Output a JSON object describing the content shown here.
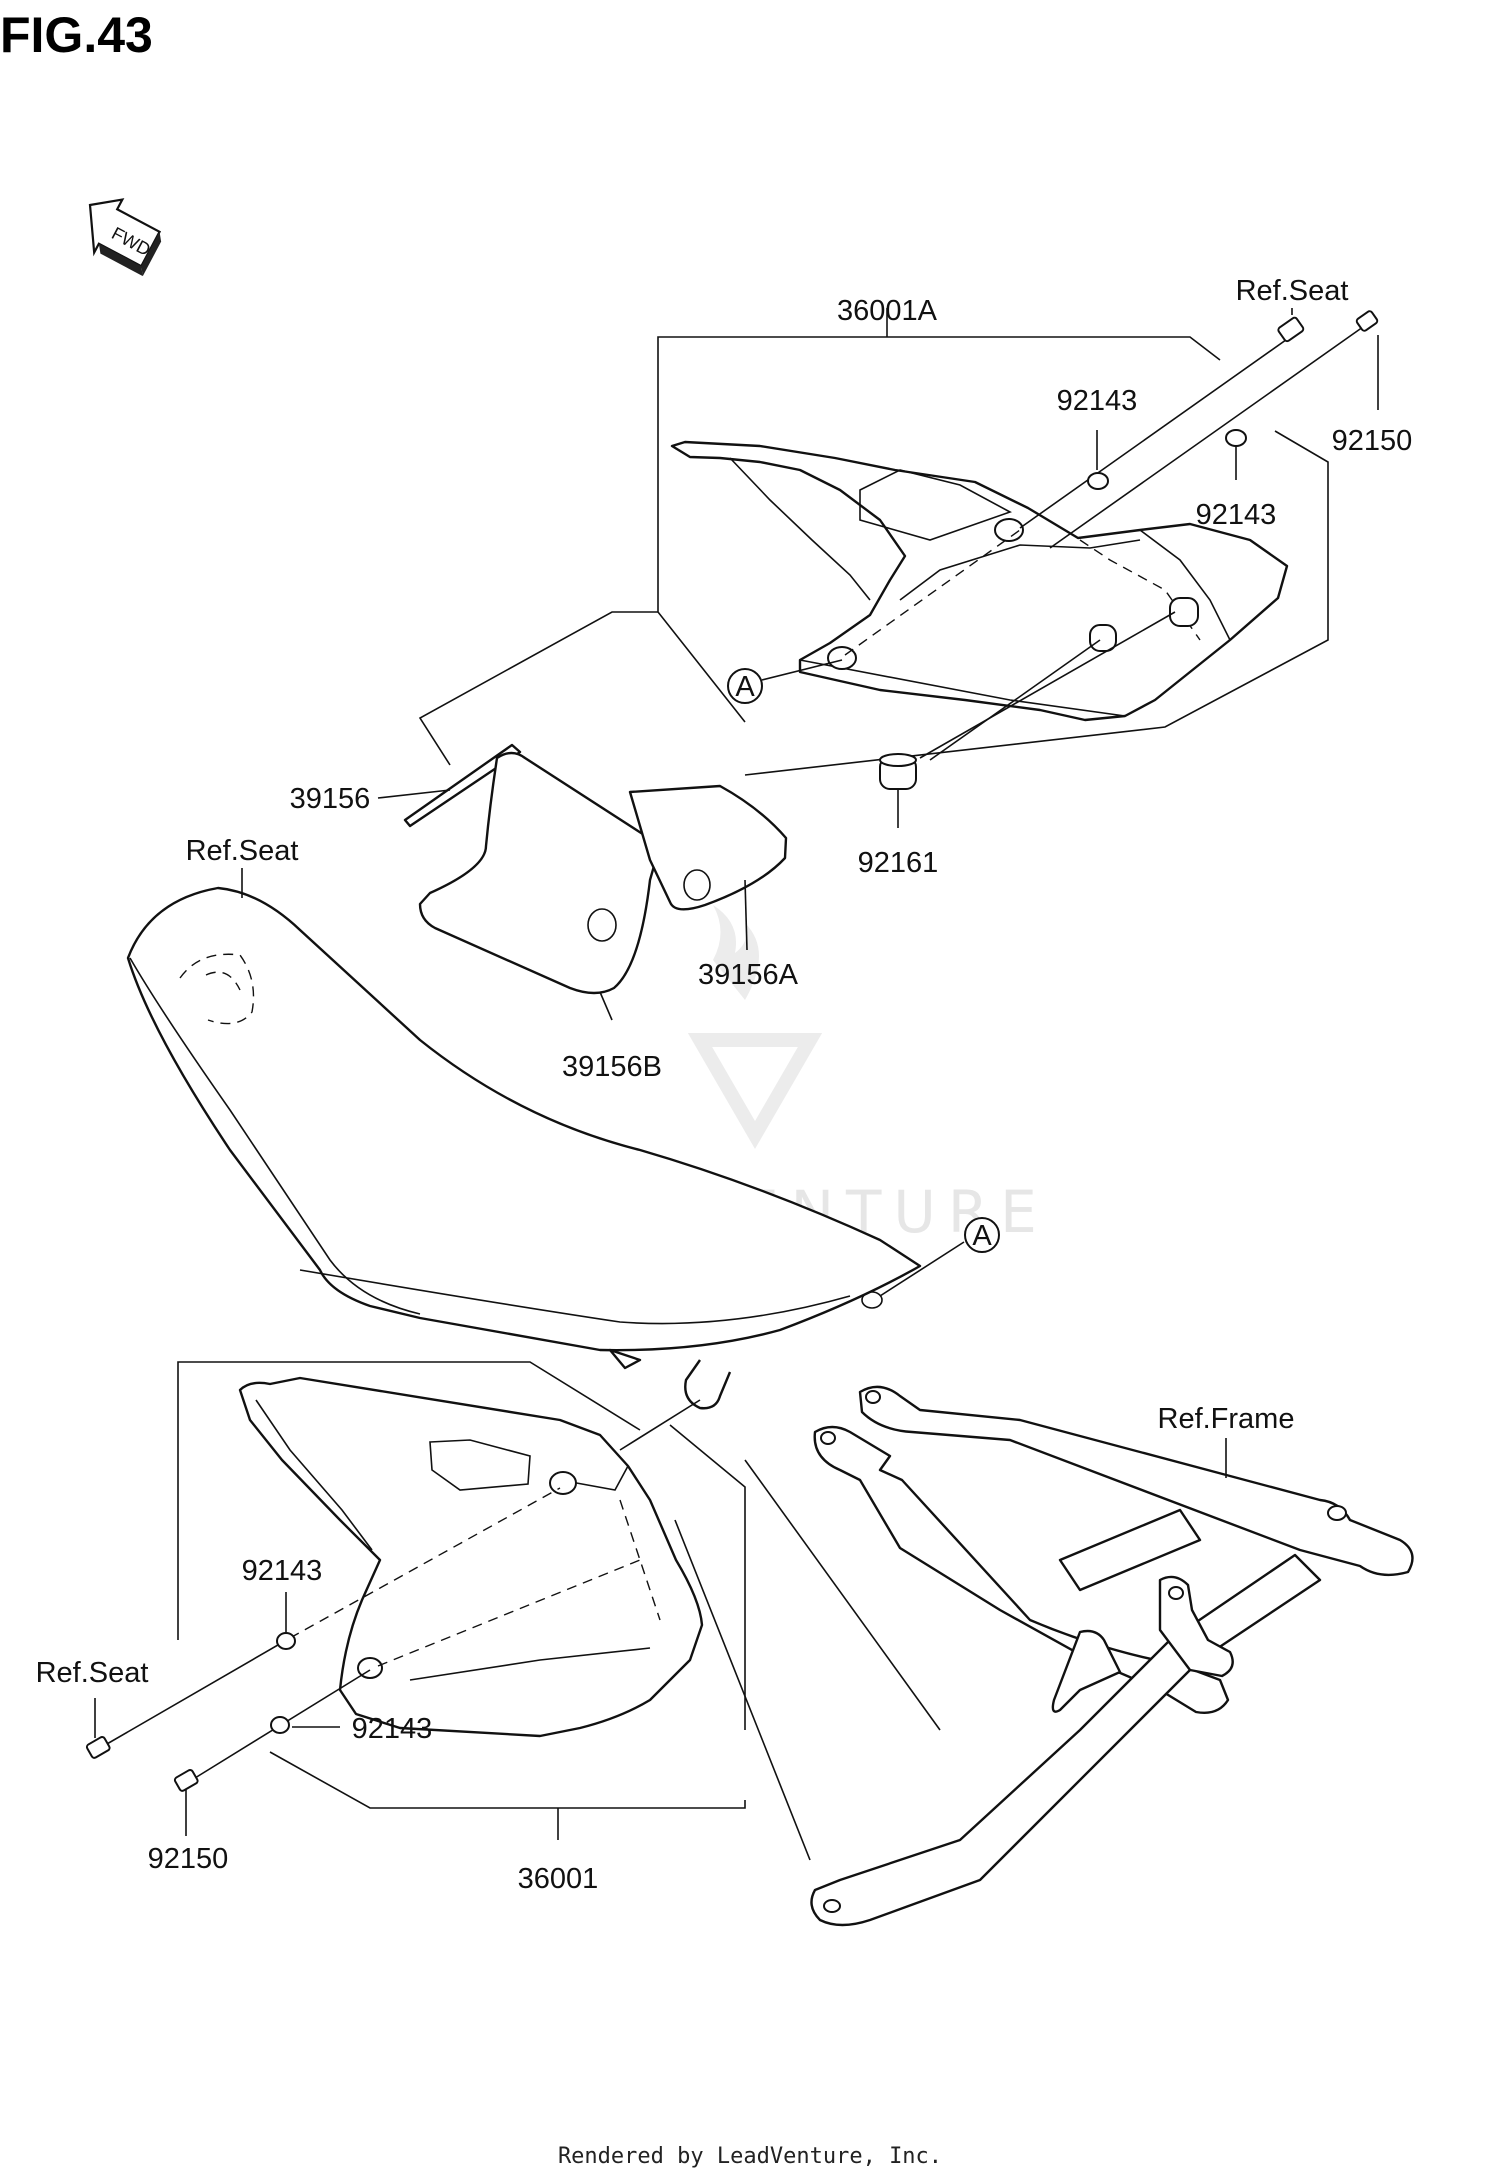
{
  "figure_title": "FIG.43",
  "fwd_label": "FWD",
  "watermark": "LEADVENTURE",
  "callouts": {
    "seat_cover_a_assy": "36001A",
    "ref_seat_top": "Ref.Seat",
    "bolt_top": "92150",
    "collar_top_left": "92143",
    "collar_top_right": "92143",
    "damper": "92161",
    "decal": "39156",
    "decal_a": "39156A",
    "decal_b": "39156B",
    "ref_seat_mid": "Ref.Seat",
    "ref_frame": "Ref.Frame",
    "collar_bottom_upper": "92143",
    "collar_bottom_lower": "92143",
    "ref_seat_bottom": "Ref.Seat",
    "bolt_bottom": "92150",
    "seat_cover_assy": "36001"
  },
  "connector_marks": {
    "upper": "A",
    "lower": "A"
  },
  "footer_text": "Rendered by LeadVenture, Inc."
}
